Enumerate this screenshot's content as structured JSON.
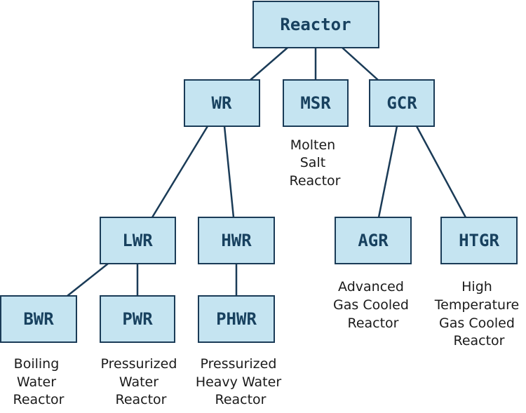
{
  "nodes": {
    "reactor": "Reactor",
    "wr": "WR",
    "msr": "MSR",
    "gcr": "GCR",
    "lwr": "LWR",
    "hwr": "HWR",
    "agr": "AGR",
    "htgr": "HTGR",
    "bwr": "BWR",
    "pwr": "PWR",
    "phwr": "PHWR"
  },
  "descriptions": {
    "msr": [
      "Molten",
      "Salt",
      "Reactor"
    ],
    "agr": [
      "Advanced",
      "Gas Cooled",
      "Reactor"
    ],
    "htgr": [
      "High",
      "Temperature",
      "Gas Cooled",
      "Reactor"
    ],
    "bwr": [
      "Boiling",
      "Water",
      "Reactor"
    ],
    "pwr": [
      "Pressurized",
      "Water",
      "Reactor"
    ],
    "phwr": [
      "Pressurized",
      "Heavy Water",
      "Reactor"
    ]
  },
  "colors": {
    "node_fill": "#c5e4f1",
    "node_stroke": "#1a3b57",
    "node_text": "#18415f"
  }
}
